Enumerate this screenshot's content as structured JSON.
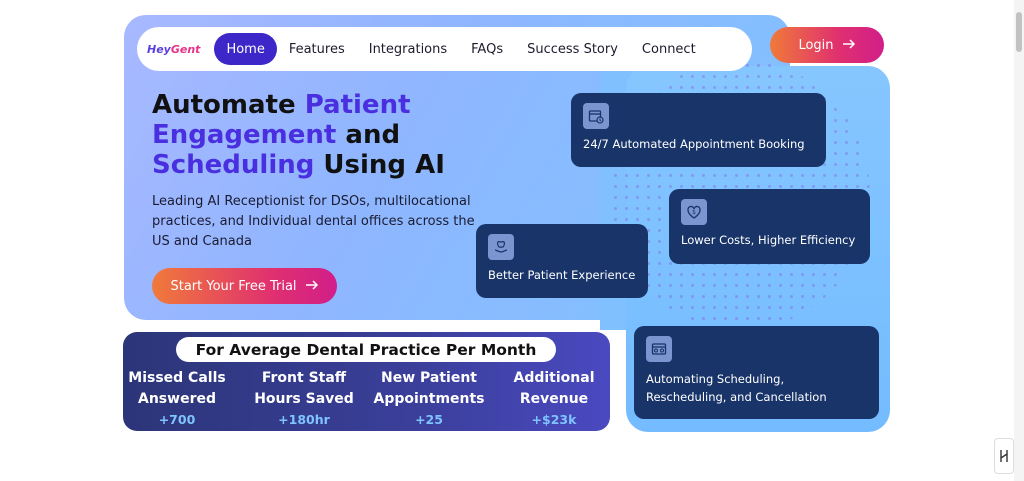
{
  "nav": {
    "logo_part1": "Hey",
    "logo_part2": "Gent",
    "items": [
      "Home",
      "Features",
      "Integrations",
      "FAQs",
      "Success Story",
      "Connect"
    ]
  },
  "login": {
    "label": "Login",
    "icon": "arrow-right-icon"
  },
  "hero": {
    "headline_1": "Automate ",
    "headline_hl1": "Patient",
    "headline_hl2": "Engagement",
    "headline_2": " and",
    "headline_hl3": "Scheduling",
    "headline_3": " Using AI",
    "subtitle": "Leading AI Receptionist for DSOs, multilocational practices, and Individual dental offices across the US and Canada",
    "cta": "Start Your Free Trial"
  },
  "features": [
    {
      "label": "24/7 Automated Appointment Booking",
      "icon": "calendar-clock-icon"
    },
    {
      "label": "Lower Costs, Higher Efficiency",
      "icon": "heart-coin-icon"
    },
    {
      "label": "Better Patient Experience",
      "icon": "hand-tooth-icon"
    },
    {
      "label": "Automating Scheduling, Rescheduling, and Cancellation",
      "icon": "calendar-gear-icon"
    }
  ],
  "stats": {
    "title": "For Average Dental Practice Per Month",
    "items": [
      {
        "label_1": "Missed Calls",
        "label_2": "Answered",
        "value": "+700"
      },
      {
        "label_1": "Front Staff",
        "label_2": "Hours Saved",
        "value": "+180hr"
      },
      {
        "label_1": "New Patient",
        "label_2": "Appointments",
        "value": "+25"
      },
      {
        "label_1": "Additional",
        "label_2": "Revenue",
        "value": "+$23k"
      }
    ]
  },
  "colors": {
    "brand": "#3d27c9",
    "cta_start": "#f07a3a",
    "cta_end": "#d11e8a",
    "card": "#183469",
    "stat_value": "#7fc3ff"
  }
}
